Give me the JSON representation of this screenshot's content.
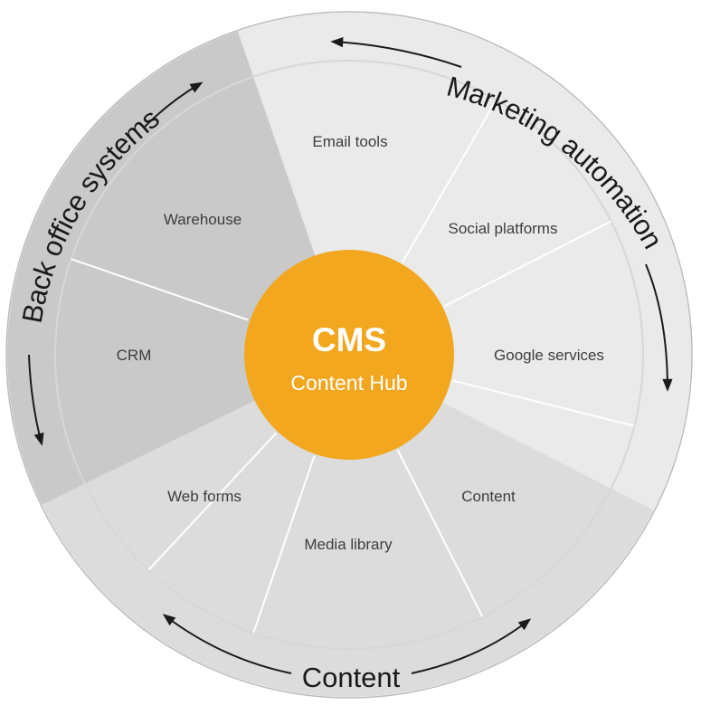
{
  "hub": {
    "title": "CMS",
    "subtitle": "Content Hub"
  },
  "groups": [
    {
      "id": "marketing",
      "label": "Marketing automation",
      "color": "#eaeaea"
    },
    {
      "id": "content",
      "label": "Content",
      "color": "#dcdcdc"
    },
    {
      "id": "backoffice",
      "label": "Back office systems",
      "color": "#c9c9c9"
    }
  ],
  "segments": [
    {
      "label": "Email tools",
      "group": "marketing"
    },
    {
      "label": "Social platforms",
      "group": "marketing"
    },
    {
      "label": "Google services",
      "group": "marketing"
    },
    {
      "label": "Content",
      "group": "content"
    },
    {
      "label": "Media library",
      "group": "content"
    },
    {
      "label": "Web forms",
      "group": "content"
    },
    {
      "label": "CRM",
      "group": "backoffice"
    },
    {
      "label": "Warehouse",
      "group": "backoffice"
    }
  ],
  "colors": {
    "hub": "#f2a71f",
    "divider": "#ffffff",
    "inner_ring_line": "#d7d7d7",
    "outer_border": "#bcbcbc",
    "arrow": "#1a1a1a",
    "segment_text": "#3d3d3d"
  }
}
